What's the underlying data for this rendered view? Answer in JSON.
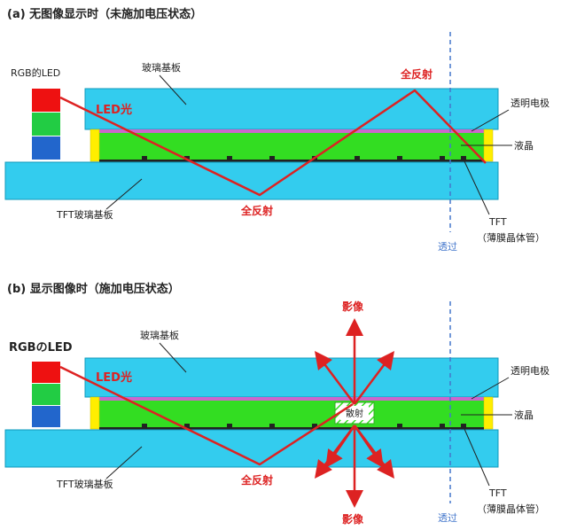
{
  "colors": {
    "glass": "#33ccee",
    "liquid_crystal": "#33dd22",
    "electrode": "#cc66cc",
    "reflection": "#dd2222",
    "led_red": "#ee1111",
    "led_green": "#22cc44",
    "led_blue": "#2266cc",
    "yellow_spacer": "#ffee00",
    "dashed_line": "#4477cc"
  },
  "panel_a": {
    "title": "(a)  无图像显示时（未施加电压状态）",
    "rgb_led": "RGB的LED",
    "glass_top": "玻璃基板",
    "led_light": "LED光",
    "total_reflection_top": "全反射",
    "transparent_electrode": "透明电极",
    "liquid_crystal": "液晶",
    "tft_glass": "TFT玻璃基板",
    "total_reflection_bottom": "全反射",
    "tft": "TFT",
    "tft_full": "（薄膜晶体管）",
    "transmit": "透过"
  },
  "panel_b": {
    "title": "(b)  显示图像时（施加电压状态）",
    "rgb_led": "RGBのLED",
    "glass_top": "玻璃基板",
    "led_light": "LED光",
    "image_top": "影像",
    "transparent_electrode": "透明电极",
    "scatter": "散射",
    "liquid_crystal": "液晶",
    "tft_glass": "TFT玻璃基板",
    "total_reflection": "全反射",
    "image_bottom": "影像",
    "tft": "TFT",
    "tft_full": "（薄膜晶体管）",
    "transmit": "透过"
  }
}
